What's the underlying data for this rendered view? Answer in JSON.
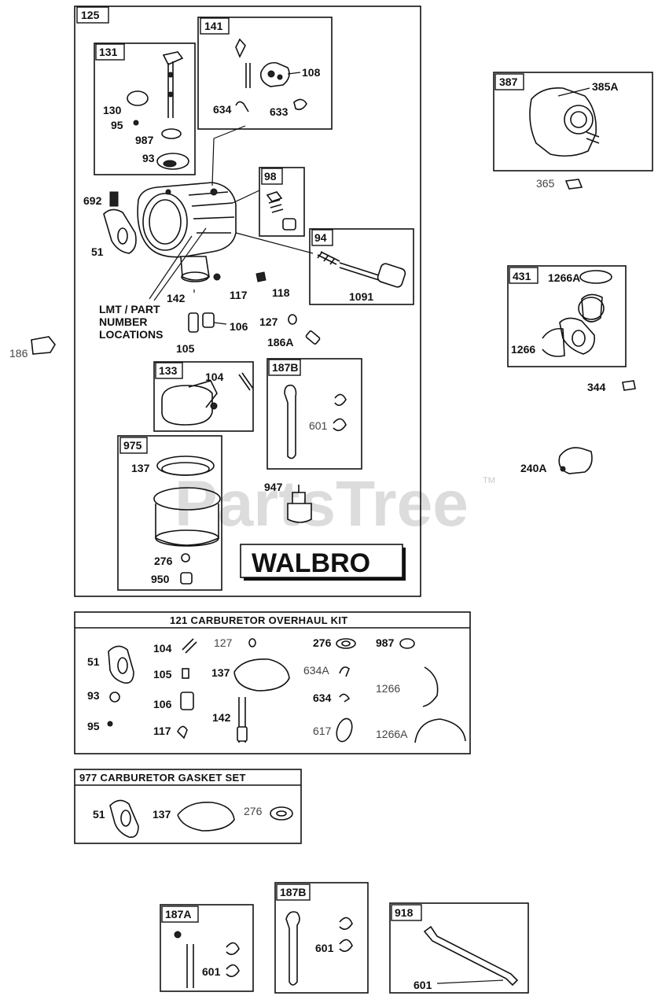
{
  "watermark": {
    "text": "PartsTree",
    "tm": "TM"
  },
  "brand_label": "WALBRO",
  "note": [
    "LMT / PART",
    "NUMBER",
    "LOCATIONS"
  ],
  "groups": {
    "g125": "125",
    "g131": "131",
    "g141": "141",
    "g98": "98",
    "g94": "94",
    "g133": "133",
    "g187b": "187B",
    "g975": "975",
    "g387": "387",
    "g431": "431",
    "g187a_b": "187A",
    "g187b_b": "187B",
    "g918": "918"
  },
  "parts_upper": {
    "p130": "130",
    "p95": "95",
    "p987": "987",
    "p93": "93",
    "p108": "108",
    "p634": "634",
    "p633": "633",
    "p692": "692",
    "p51": "51",
    "p142": "142",
    "p117": "117",
    "p118": "118",
    "p1091": "1091",
    "p106": "106",
    "p127": "127",
    "p105": "105",
    "p186a": "186A",
    "p186": "186",
    "p104": "104",
    "p601": "601",
    "p137": "137",
    "p947": "947",
    "p276": "276",
    "p950": "950"
  },
  "parts_right": {
    "p385a": "385A",
    "p365": "365",
    "p1266a": "1266A",
    "p1266": "1266",
    "p344": "344",
    "p240a": "240A"
  },
  "kit": {
    "title": "121 CARBURETOR OVERHAUL KIT",
    "items": {
      "k51": "51",
      "k104": "104",
      "k127": "127",
      "k276": "276",
      "k987": "987",
      "k105": "105",
      "k137": "137",
      "k634a": "634A",
      "k93": "93",
      "k106": "106",
      "k634": "634",
      "k1266": "1266",
      "k95": "95",
      "k117": "117",
      "k142": "142",
      "k617": "617",
      "k1266a": "1266A"
    }
  },
  "gasket_set": {
    "title": "977 CARBURETOR GASKET SET",
    "items": {
      "g51": "51",
      "g137": "137",
      "g276": "276"
    }
  },
  "bottom": {
    "b601a": "601",
    "b601b": "601",
    "b601c": "601"
  }
}
